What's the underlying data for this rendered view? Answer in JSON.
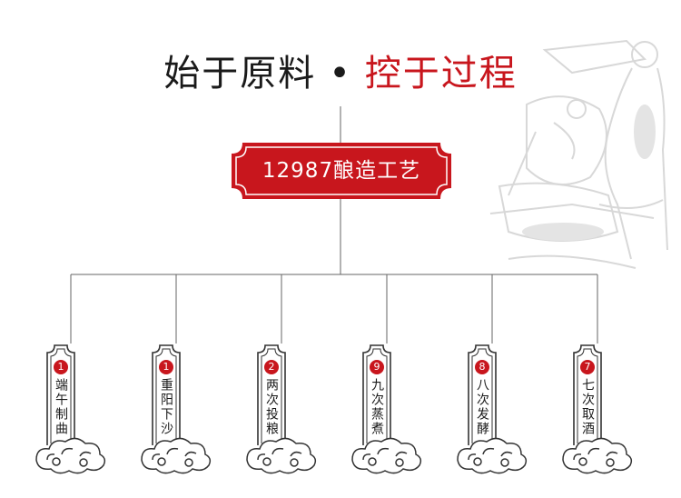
{
  "title": {
    "left": "始于原料",
    "dot": "•",
    "right": "控于过程"
  },
  "banner": {
    "text": "12987酿造工艺"
  },
  "steps": [
    {
      "num": "1",
      "label": "端午制曲"
    },
    {
      "num": "1",
      "label": "重阳下沙"
    },
    {
      "num": "2",
      "label": "两次投粮"
    },
    {
      "num": "9",
      "label": "九次蒸煮"
    },
    {
      "num": "8",
      "label": "八次发酵"
    },
    {
      "num": "7",
      "label": "七次取酒"
    }
  ],
  "colors": {
    "accent": "#c8161d",
    "text": "#1a1a1a",
    "line": "#666666"
  }
}
